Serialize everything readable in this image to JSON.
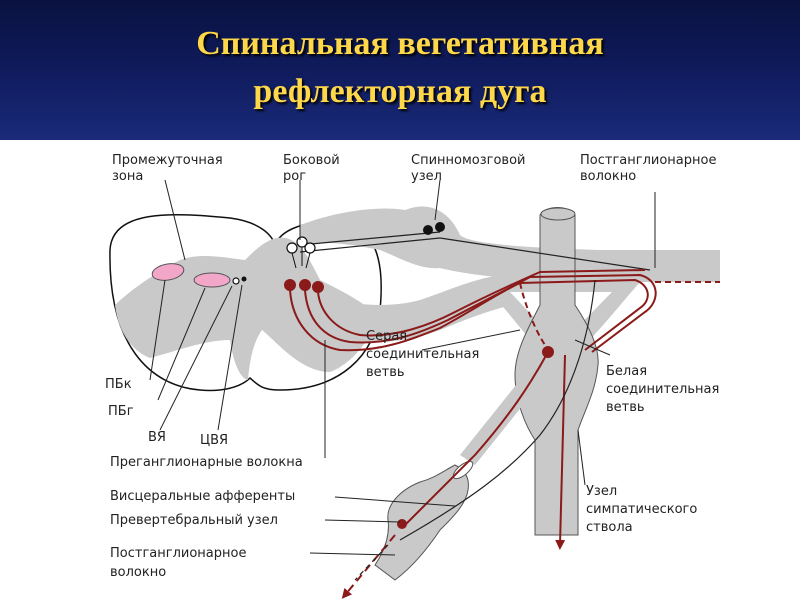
{
  "title": {
    "line1": "Спинальная вегетативная",
    "line2": "рефлекторная дуга"
  },
  "labels": {
    "intermediate_zone_1": "Промежуточная",
    "intermediate_zone_2": "зона",
    "lateral_horn_1": "Боковой",
    "lateral_horn_2": "рог",
    "spinal_ganglion_1": "Спинномозговой",
    "spinal_ganglion_2": "узел",
    "postganglionic_top_1": "Постганглионарное",
    "postganglionic_top_2": "волокно",
    "pbk": "ПБк",
    "pbg": "ПБг",
    "vya": "ВЯ",
    "tsvya": "ЦВЯ",
    "gray_ramus_1": "Серая",
    "gray_ramus_2": "соединительная",
    "gray_ramus_3": "ветвь",
    "white_ramus_1": "Белая",
    "white_ramus_2": "соединительная",
    "white_ramus_3": "ветвь",
    "preganglionic": "Преганглионарные волокна",
    "visceral_afferents": "Висцеральные афференты",
    "prevertebral_ganglion": "Превертебральный узел",
    "postganglionic_bottom_1": "Постганглионарное",
    "postganglionic_bottom_2": "волокно",
    "trunk_ganglion_1": "Узел",
    "trunk_ganglion_2": "симпатического",
    "trunk_ganglion_3": "ствола"
  },
  "colors": {
    "title": "#ffd84a",
    "header_bg": "#0f1b5c",
    "tissue": "#c9c9c9",
    "fiber": "#8b1a1a",
    "nucleus": "#f2a6c8"
  }
}
